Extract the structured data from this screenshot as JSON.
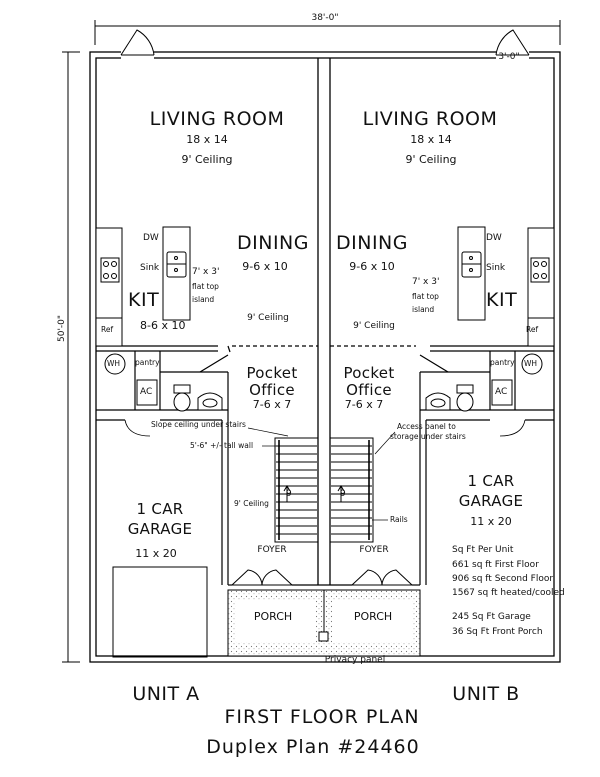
{
  "dimensions": {
    "width_total": "38'-0\"",
    "depth_total": "50'-0\"",
    "door_width": "3'-0\""
  },
  "unit_a": {
    "living": {
      "name": "LIVING ROOM",
      "size": "18 x 14",
      "ceiling": "9' Ceiling"
    },
    "dining": {
      "name": "DINING",
      "size": "9-6 x 10",
      "ceiling": "9' Ceiling"
    },
    "kitchen": {
      "name": "KIT",
      "size": "8-6 x 10"
    },
    "island": {
      "line1": "7' x 3'",
      "line2": "flat top",
      "line3": "island"
    },
    "dw": "DW",
    "sink": "Sink",
    "ref": "Ref",
    "wh": "WH",
    "pantry": "pantry",
    "ac": "AC",
    "office": {
      "line1": "Pocket",
      "line2": "Office",
      "size": "7-6 x 7"
    },
    "notes": {
      "slope": "Slope ceiling under stairs",
      "tall_wall": "5'-6\" +/- tall wall",
      "ceiling": "9' Ceiling"
    },
    "stair_marker": "9",
    "garage": {
      "line1": "1 CAR",
      "line2": "GARAGE",
      "size": "11 x 20"
    },
    "foyer": "FOYER",
    "porch": "PORCH",
    "label": "UNIT A"
  },
  "unit_b": {
    "living": {
      "name": "LIVING ROOM",
      "size": "18 x 14",
      "ceiling": "9' Ceiling"
    },
    "dining": {
      "name": "DINING",
      "size": "9-6 x 10",
      "ceiling": "9' Ceiling"
    },
    "kitchen": {
      "name": "KIT"
    },
    "island": {
      "line1": "7' x 3'",
      "line2": "flat top",
      "line3": "island"
    },
    "dw": "DW",
    "sink": "Sink",
    "ref": "Ref",
    "wh": "WH",
    "pantry": "pantry",
    "ac": "AC",
    "office": {
      "line1": "Pocket",
      "line2": "Office",
      "size": "7-6 x 7"
    },
    "notes": {
      "access1": "Access panel to",
      "access2": "storage under stairs",
      "rails": "Rails"
    },
    "stair_marker": "9",
    "garage": {
      "line1": "1 CAR",
      "line2": "GARAGE",
      "size": "11 x 20"
    },
    "foyer": "FOYER",
    "porch": "PORCH",
    "label": "UNIT B"
  },
  "stats": [
    "Sq Ft Per Unit",
    "661 sq ft First Floor",
    "906 sq ft Second Floor",
    "1567 sq ft heated/cooled",
    "245 Sq Ft Garage",
    "36 Sq Ft Front Porch"
  ],
  "privacy_panel": "Privacy panel",
  "title": {
    "main": "FIRST FLOOR PLAN",
    "sub": "Duplex Plan #24460"
  }
}
